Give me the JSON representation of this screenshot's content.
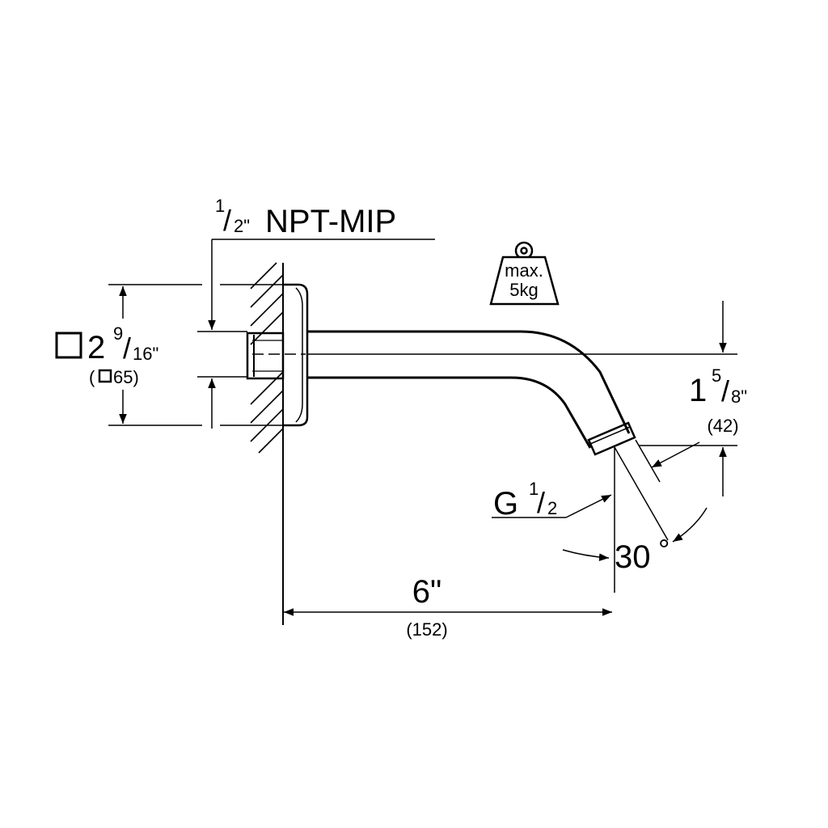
{
  "thread_top": {
    "num": "1",
    "den": "2\"",
    "rest": "NPT-MIP"
  },
  "square_size": {
    "whole": "2",
    "num": "9",
    "den": "16\"",
    "metric_open": "(",
    "metric_val": "65)"
  },
  "weight": {
    "line1": "max.",
    "line2": "5kg"
  },
  "drop": {
    "whole": "1",
    "num": "5",
    "den": "8\"",
    "metric": "(42)"
  },
  "outlet_thread": {
    "letter": "G",
    "num": "1",
    "den": "2"
  },
  "angle": {
    "value": "30",
    "unit": "°"
  },
  "length": {
    "imperial": "6\"",
    "metric": "(152)"
  },
  "colors": {
    "ink": "#000000",
    "paper": "#ffffff"
  }
}
